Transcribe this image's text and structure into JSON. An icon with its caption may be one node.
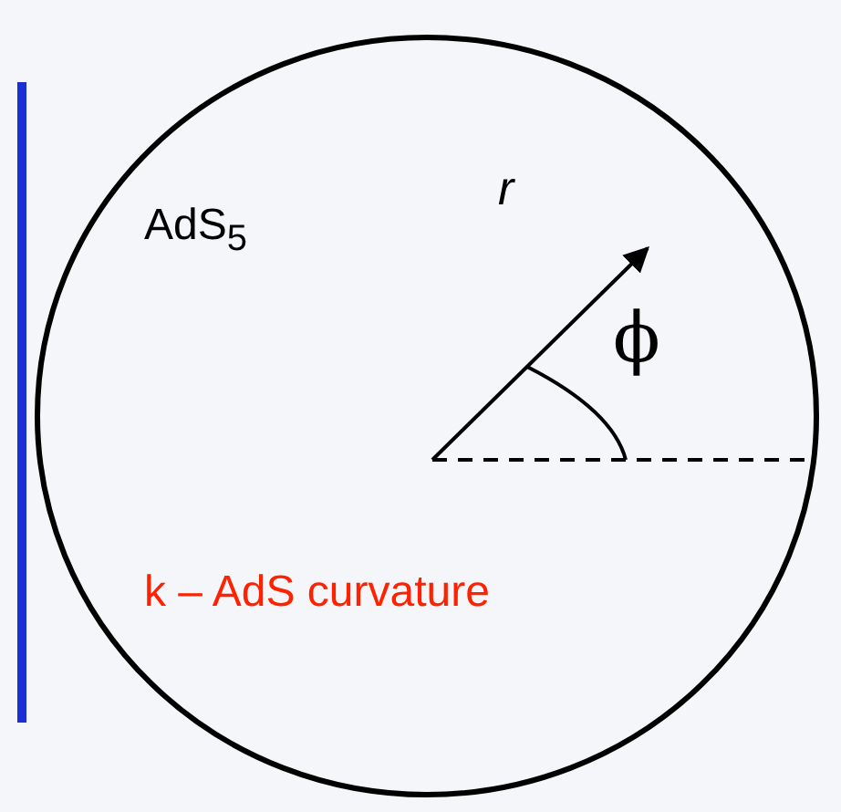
{
  "diagram": {
    "nodes": [
      {
        "text": [
          "AdS$_{5}$",
          "k – AdS curvature"
        ]
      }
    ],
    "edges": [],
    "labels": [
      "r",
      "ϕ"
    ]
  }
}
